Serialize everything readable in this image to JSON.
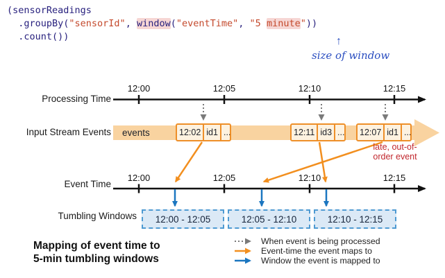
{
  "code": {
    "l1": "(sensorReadings",
    "l2_p1": "  .groupBy(",
    "l2_s1": "\"sensorId\"",
    "l2_p2": ", ",
    "l2_kw": "window",
    "l2_p3": "(",
    "l2_s2": "\"eventTime\"",
    "l2_p4": ", ",
    "l2_s3a": "\"5 ",
    "l2_s3b": "minute",
    "l2_s3c": "\"",
    "l2_p5": "))",
    "l3": "  .count())",
    "annotation_arrow": "↑",
    "annotation_text": "size of window"
  },
  "diagram": {
    "processing_axis": {
      "label": "Processing Time"
    },
    "event_axis": {
      "label": "Event Time"
    },
    "ticks": [
      "12:00",
      "12:05",
      "12:10",
      "12:15"
    ],
    "stream": {
      "label": "Input Stream Events",
      "band_label": "events",
      "events": [
        {
          "time": "12:02",
          "id": "id1",
          "dots": "..."
        },
        {
          "time": "12:11",
          "id": "id3",
          "dots": "..."
        },
        {
          "time": "12:07",
          "id": "id1",
          "dots": "..."
        }
      ],
      "late_note_line1": "late, out-of-",
      "late_note_line2": "order event"
    },
    "windows": {
      "label": "Tumbling Windows",
      "items": [
        "12:00 - 12:05",
        "12:05 - 12:10",
        "12:10 - 12:15"
      ]
    }
  },
  "caption": {
    "line1": "Mapping of event time to",
    "line2": "5-min tumbling windows"
  },
  "legend": {
    "items": [
      {
        "label": "When event is being processed"
      },
      {
        "label": "Event-time the event maps to"
      },
      {
        "label": "Window the event is mapped to"
      }
    ]
  },
  "colors": {
    "code_navy": "#28217e",
    "code_string": "#c4492c",
    "code_highlight": "#f6d6d4",
    "handwriting_blue": "#2b4ec0",
    "band_orange": "#f9d3a0",
    "event_box_border": "#ee8f28",
    "event_box_fill": "#fdf2e0",
    "processing_arrow_gray": "#7a7a7a",
    "event_time_arrow_orange": "#f28f1f",
    "window_arrow_blue": "#1b76c0",
    "window_fill": "#dbe9f6",
    "window_border": "#4e9ad2",
    "late_note_red": "#c1272d",
    "axis_black": "#111111"
  }
}
